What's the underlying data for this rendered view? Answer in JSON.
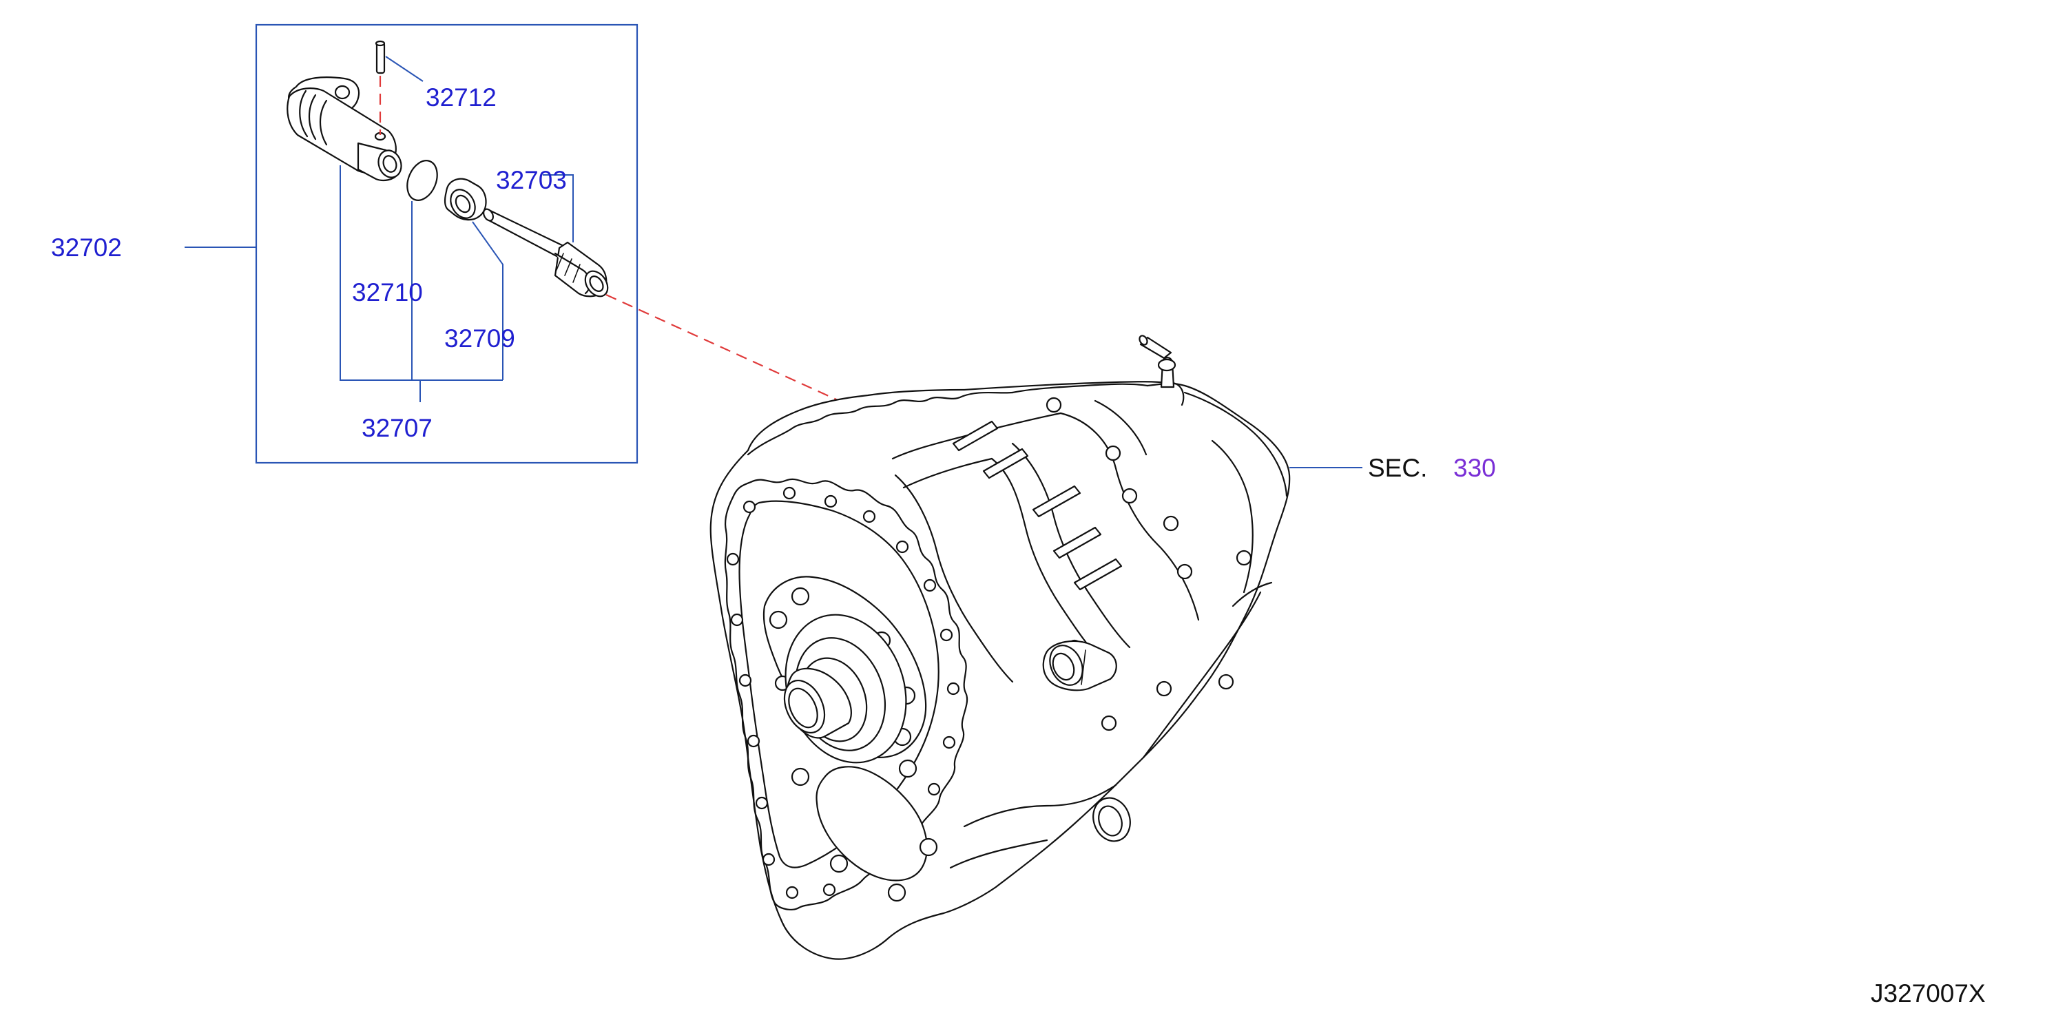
{
  "diagram": {
    "part_numbers": {
      "assembly": "32702",
      "pin": "32712",
      "shaft": "32703",
      "o_ring": "32710",
      "bushing": "32709",
      "sleeve_kit": "32707"
    },
    "section_ref": {
      "label": "SEC.",
      "number": "330"
    },
    "drawing_code": "J327007X",
    "colors": {
      "part_number": "#1f1fd0",
      "leader": "#2a55b5",
      "section_number": "#7a2fd6",
      "dashed_link": "#e03a3a",
      "ink": "#111111"
    }
  }
}
